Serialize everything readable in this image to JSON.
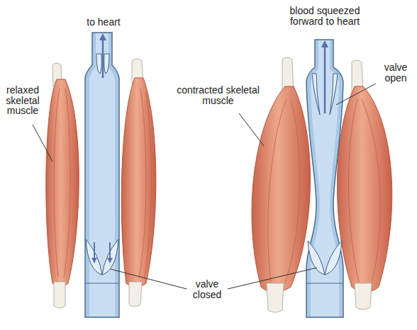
{
  "diagram": {
    "labels": [
      "to heart",
      "relaxed skeletal muscle",
      "blood squeezed forward to heart",
      "valve open",
      "contracted skeletal muscle",
      "valve closed"
    ]
  }
}
